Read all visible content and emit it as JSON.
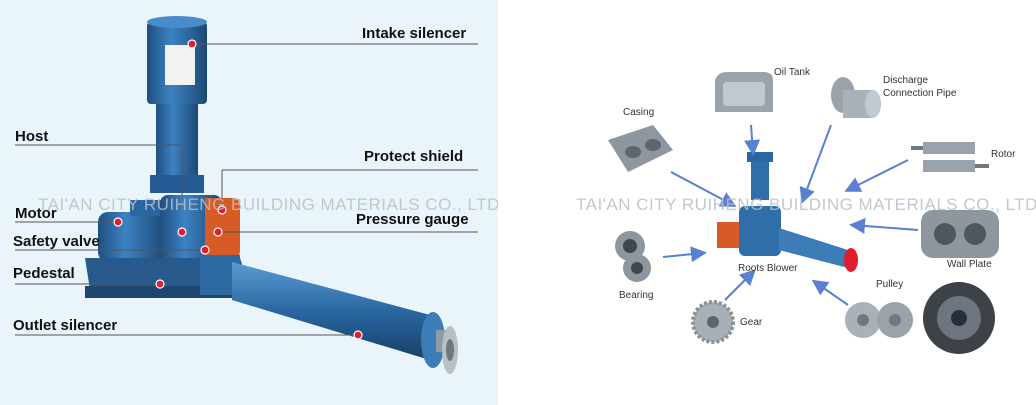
{
  "left": {
    "labels": {
      "intake_silencer": "Intake silencer",
      "host": "Host",
      "protect_shield": "Protect shield",
      "motor": "Motor",
      "pressure_gauge": "Pressure gauge",
      "safety_valve": "Safety valve",
      "pedestal": "Pedestal",
      "outlet_silencer": "Outlet silencer"
    },
    "watermark": "TAI'AN CITY RUIHENG BUILDING MATERIALS CO., LTD"
  },
  "right": {
    "watermark": "TAI'AN CITY RUIHENG BUILDING MATERIALS CO., LTD",
    "parts": {
      "oil_tank": "Oil Tank",
      "discharge_line1": "Discharge",
      "discharge_line2": "Connection Pipe",
      "casing": "Casing",
      "rotor": "Rotor",
      "wall_plate": "Wall Plate",
      "bearing": "Bearing",
      "roots_blower": "Roots Blower",
      "pulley": "Pulley",
      "gear": "Gear"
    }
  },
  "colors": {
    "blower_blue": "#2f6ea8",
    "shield_orange": "#d65b25",
    "marker_red": "#e11d2c",
    "arrow_blue": "#5a7fd3",
    "metal_gray": "#9aa3ab"
  }
}
